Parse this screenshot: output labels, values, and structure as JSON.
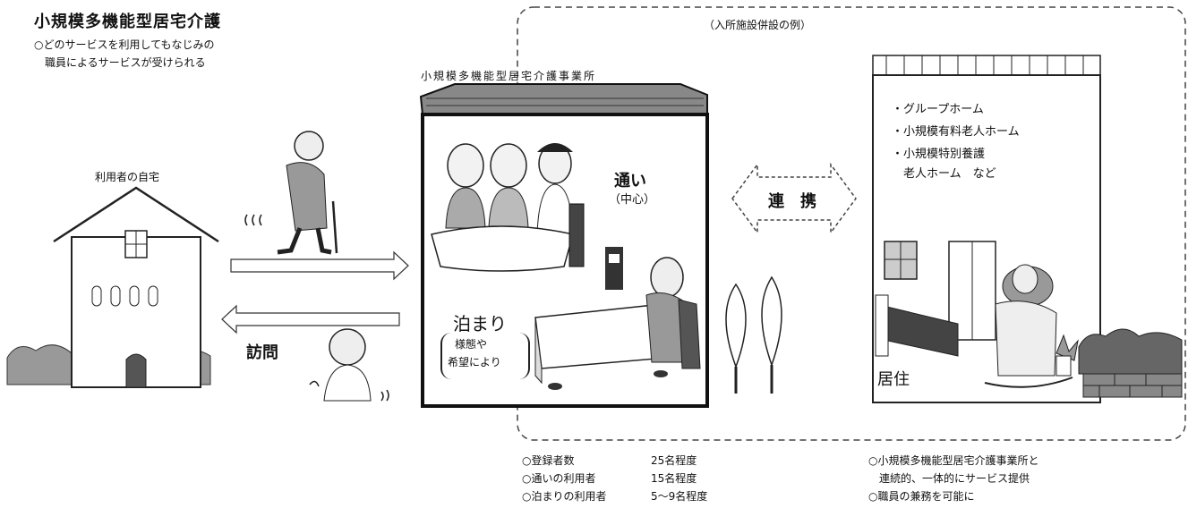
{
  "header": {
    "title": "小規模多機能型居宅介護",
    "subtitle": "○どのサービスを利用してもなじみの\n　職員によるサービスが受けられる"
  },
  "combined_example_label": "（入所施設併設の例）",
  "office_label": "小規模多機能型居宅介護事業所",
  "home_label": "利用者の自宅",
  "visit_label": "訪問",
  "day_service": {
    "main": "通い",
    "sub": "（中心）"
  },
  "stay": {
    "main": "泊まり",
    "sub1": "様態や",
    "sub2": "希望により"
  },
  "link_label": "連　携",
  "facility_items": [
    "・グループホーム",
    "・小規模有料老人ホーム",
    "・小規模特別養護",
    "　老人ホーム　など"
  ],
  "residence_label": "居住",
  "stats": [
    {
      "label": "○登録者数",
      "value": "25名程度"
    },
    {
      "label": "○通いの利用者",
      "value": "15名程度"
    },
    {
      "label": "○泊まりの利用者",
      "value": "5～9名程度"
    }
  ],
  "bottom_notes": [
    "○小規模多機能型居宅介護事業所と",
    "　連続的、一体的にサービス提供",
    "○職員の兼務を可能に"
  ]
}
